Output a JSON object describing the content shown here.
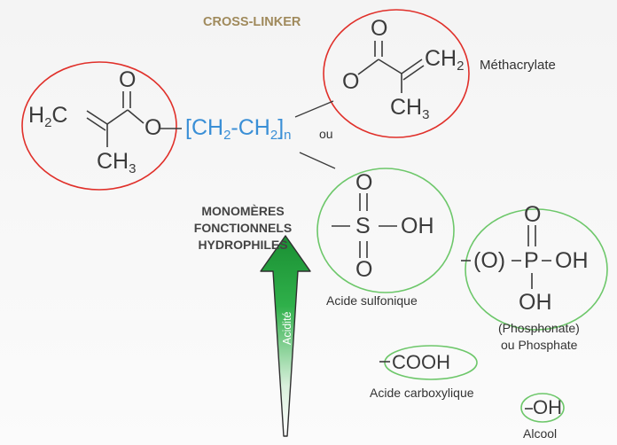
{
  "title": "CROSS-LINKER",
  "colors": {
    "title": "#a08a5c",
    "red_ring": "#e0302a",
    "green_ring": "#6dc76a",
    "chain_blue": "#3a8fd6",
    "arrow_green": "#1e9a3a",
    "text": "#3a3a3a"
  },
  "crosslinker": {
    "left": {
      "h2c": "H",
      "h2c_sub": "2",
      "h2c_c": "C",
      "carbonyl_o": "O",
      "ester_o": "O",
      "ch3": "CH",
      "ch3_sub": "3"
    },
    "chain": {
      "open": "[CH",
      "sub1": "2",
      "mid": "-CH",
      "sub2": "2",
      "close": "]",
      "n": "n"
    },
    "or_label": "ou",
    "right": {
      "carbonyl_o": "O",
      "ester_o": "O",
      "ch2": "CH",
      "ch2_sub": "2",
      "ch3": "CH",
      "ch3_sub": "3",
      "name": "Méthacrylate"
    }
  },
  "monomers": {
    "heading": [
      "MONOMÈRES",
      "FONCTIONNELS",
      "HYDROPHILES"
    ],
    "arrow_label": "Acidité",
    "sulfonic": {
      "o_top": "O",
      "s": "S",
      "oh": "OH",
      "o_bottom": "O",
      "name": "Acide sulfonique"
    },
    "phosphonate": {
      "prefix": "(O)",
      "o_top": "O",
      "p": "P",
      "oh_right": "OH",
      "oh_bottom": "OH",
      "name_line1": "(Phosphonate)",
      "name_line2": "ou Phosphate"
    },
    "carboxylic": {
      "formula": "COOH",
      "name": "Acide carboxylique"
    },
    "alcohol": {
      "formula": "OH",
      "name": "Alcool"
    }
  }
}
